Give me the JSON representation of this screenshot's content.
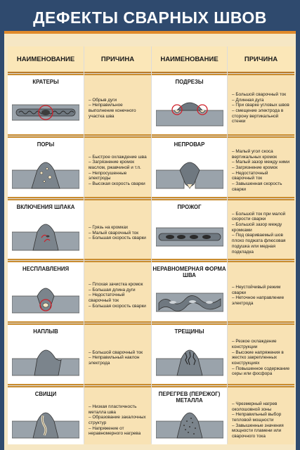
{
  "title": "ДЕФЕКТЫ СВАРНЫХ ШВОВ",
  "headers": [
    "НАИМЕНОВАНИЕ",
    "ПРИЧИНА",
    "НАИМЕНОВАНИЕ",
    "ПРИЧИНА"
  ],
  "rows": [
    {
      "left": {
        "name": "КРАТЕРЫ",
        "icon": "crater-weld-icon",
        "cause": "– Обрыв дуги\n– Неправильное выполнение конечного участка шва"
      },
      "right": {
        "name": "ПОДРЕЗЫ",
        "icon": "undercut-weld-icon",
        "cause": "– Большой сварочный ток\n– Длинная дуга\n– При сварке угловых швов – смещение электрода в сторону вертикальной стенки"
      }
    },
    {
      "left": {
        "name": "ПОРЫ",
        "icon": "pores-weld-icon",
        "cause": "– Быстрое охлаждение шва\n– Загрязнение кромок маслом, ржавчиной и т.п.\n– Непросушенные электроды\n– Высокая скорость сварки"
      },
      "right": {
        "name": "НЕПРОВАР",
        "icon": "lack-of-penetration-icon",
        "cause": "– Малый угол скоса вертикальных кромок\n– Малый зазор между ними\n– Загрязнение кромок\n– Недостаточный сварочный ток\n– Завышенная скорость сварки"
      }
    },
    {
      "left": {
        "name": "ВКЛЮЧЕНИЯ ШЛАКА",
        "icon": "slag-inclusion-icon",
        "cause": "– Грязь на кромках\n– Малый сварочный ток\n– Большая скорость сварки"
      },
      "right": {
        "name": "ПРОЖОГ",
        "icon": "burn-through-icon",
        "cause": "– Большой ток при малой скорости сварки\n– Большой зазор между кромками\n– Под свариваемый шов плохо поджата флюсовая подушка или медная подкладка"
      }
    },
    {
      "left": {
        "name": "НЕСПЛАВЛЕНИЯ",
        "icon": "lack-of-fusion-icon",
        "cause": "– Плохая зачистка кромок\n– Большая длина дуги\n– Недостаточный сварочный ток\n– Большая скорость сварки"
      },
      "right": {
        "name": "НЕРАВНОМЕРНАЯ ФОРМА ШВА",
        "icon": "uneven-weld-icon",
        "cause": "– Неустойчивый режим сварки\n– Неточное направление электрода"
      }
    },
    {
      "left": {
        "name": "НАПЛЫВ",
        "icon": "overlap-weld-icon",
        "cause": "– Большой сварочный ток\n– Неправильный наклон электрода"
      },
      "right": {
        "name": "ТРЕЩИНЫ",
        "icon": "cracks-weld-icon",
        "cause": "– Резкое охлаждение конструкции\n– Высокие напряжения в жестко закрепленных конструкциях\n– Повышенное содержание серы или фосфора"
      }
    },
    {
      "left": {
        "name": "СВИЩИ",
        "icon": "fistula-weld-icon",
        "cause": "– Низкая пластичность металла шва\n– Образование закалочных структур\n– Напряжение от неравномерного нагрева"
      },
      "right": {
        "name": "ПЕРЕГРЕВ (ПЕРЕЖОГ) МЕТАЛЛА",
        "icon": "overheat-weld-icon",
        "cause": "– Чрезмерный нагрев околошовной зоны\n– Неправильный выбор тепловой мощности\n– Завышенные значения мощности пламени или сварочного тока"
      }
    }
  ]
}
